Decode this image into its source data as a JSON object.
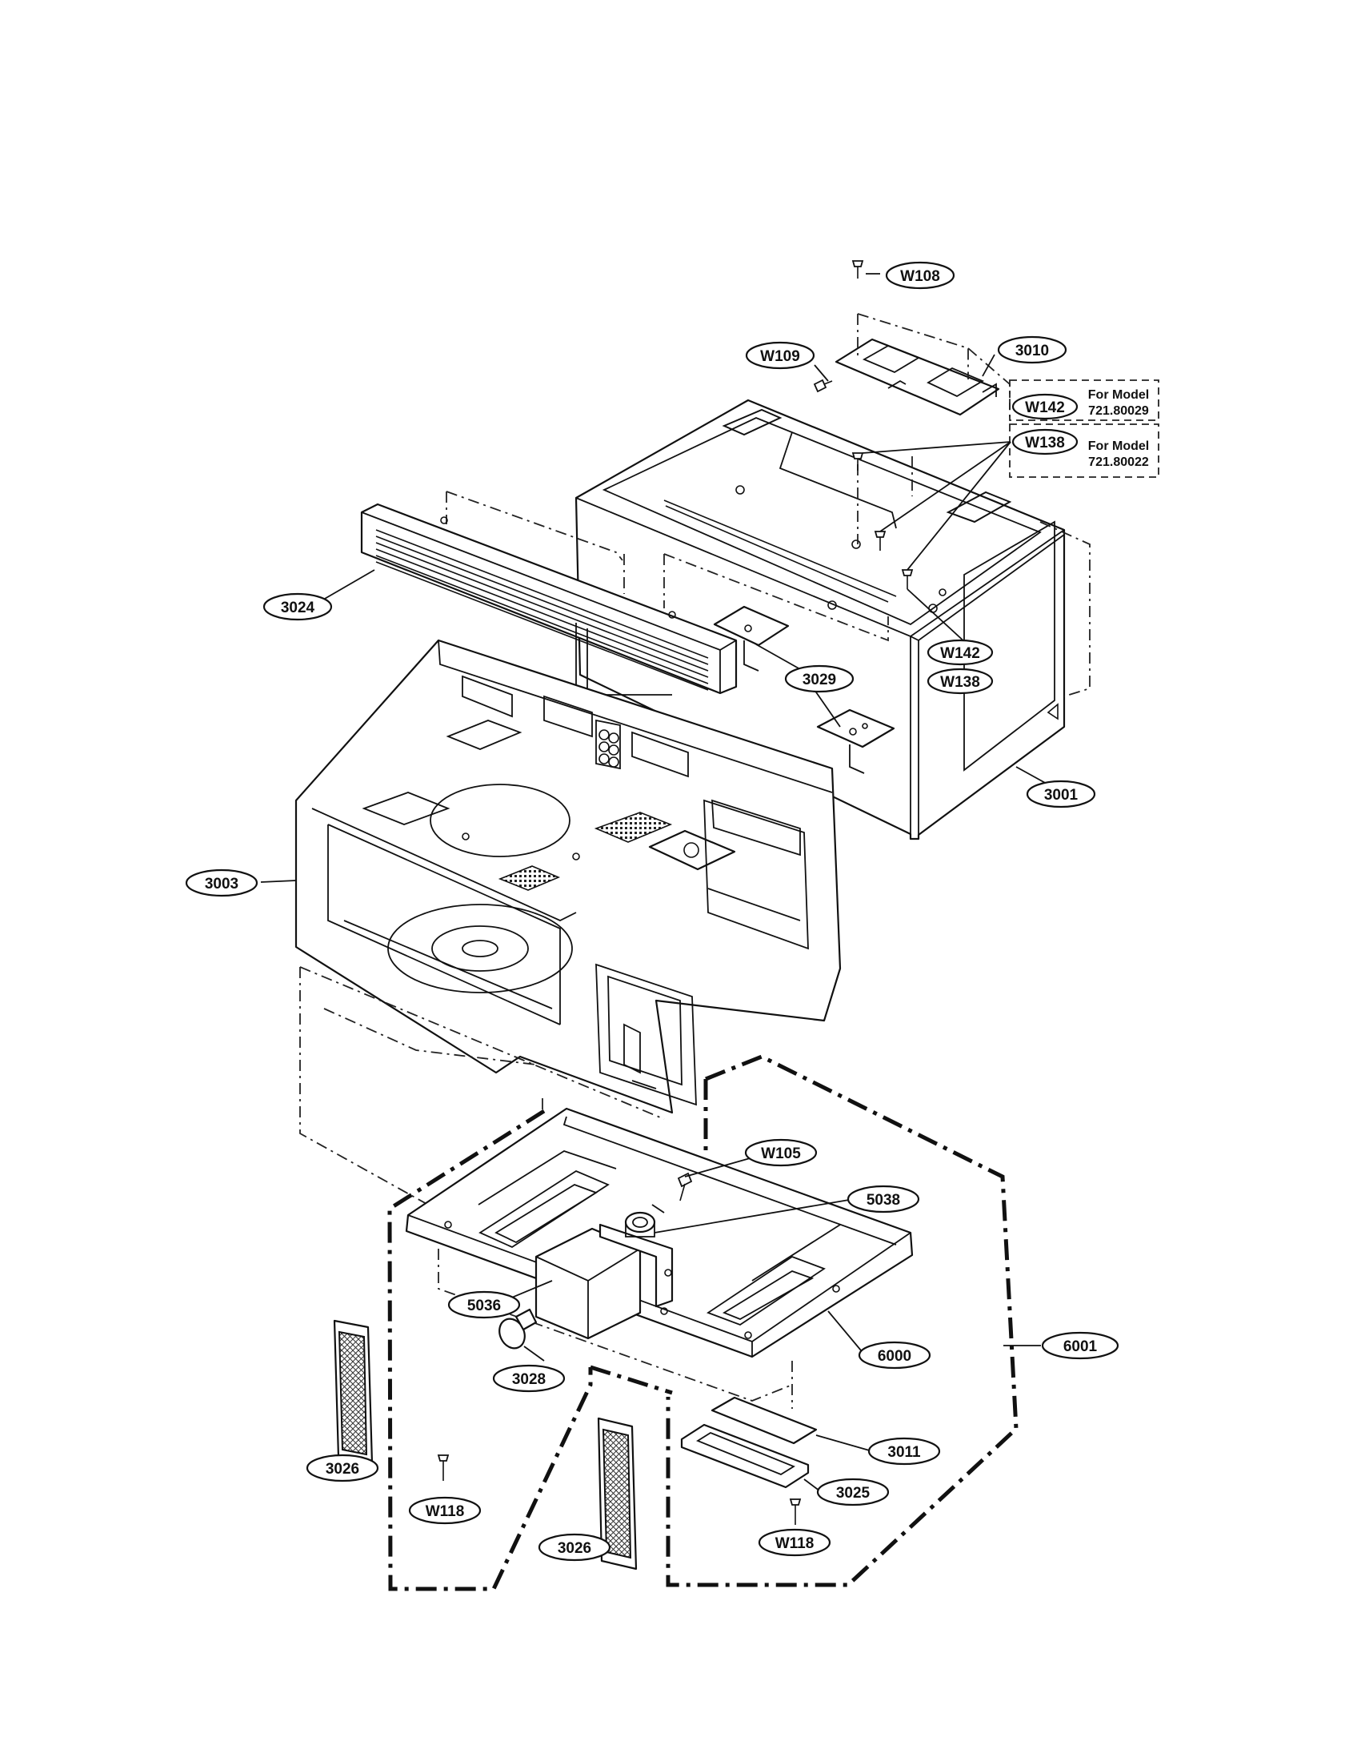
{
  "diagram": {
    "callouts": {
      "w108": "W108",
      "w109": "W109",
      "p3010": "3010",
      "w142_top": "W142",
      "w138_top": "W138",
      "w142_side": "W142",
      "w138_side": "W138",
      "p3024": "3024",
      "p3029": "3029",
      "p3001": "3001",
      "p3003": "3003",
      "w105": "W105",
      "p5038": "5038",
      "p5036": "5036",
      "p6000": "6000",
      "p6001": "6001",
      "p3028": "3028",
      "p3026_left": "3026",
      "p3026_center": "3026",
      "p3011": "3011",
      "p3025": "3025",
      "w118_left": "W118",
      "w118_right": "W118"
    },
    "model_notes": {
      "note1_line1": "For Model",
      "note1_line2": "721.80029",
      "note2_line1": "For Model",
      "note2_line2": "721.80022"
    }
  }
}
